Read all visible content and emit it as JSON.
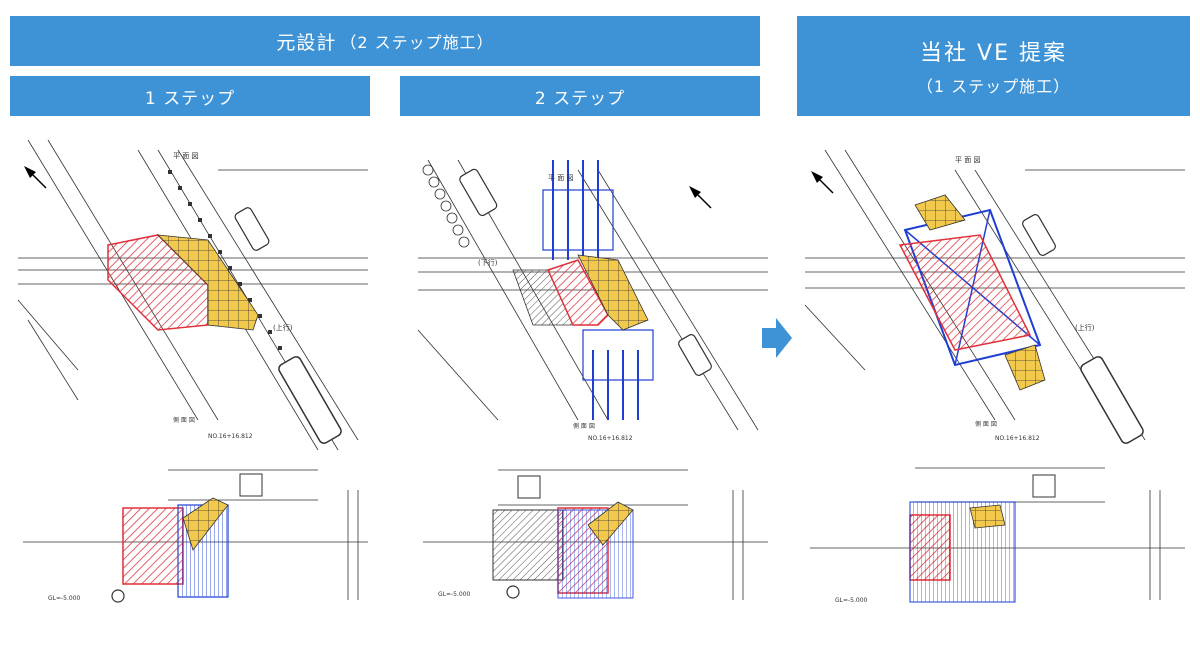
{
  "header": {
    "original_design": "元設計",
    "original_design_sub": "（2 ステップ施工）",
    "step1": "1 ステップ",
    "step2": "2 ステップ",
    "proposal_title": "当社 VE 提案",
    "proposal_sub": "（1 ステップ施工）"
  },
  "drawing_labels": {
    "plan": "平 面 図",
    "section": "側 面 図",
    "station": "NO.16+16.812",
    "direction_up": "(上行)",
    "direction_down": "(下行)",
    "gl": "GL=-5.000"
  },
  "colors": {
    "banner": "#3e93d6",
    "red_zone": "#e0303a",
    "yellow_zone": "#f2c94c",
    "blue_frame": "#1f3fd4",
    "line": "#333333"
  }
}
